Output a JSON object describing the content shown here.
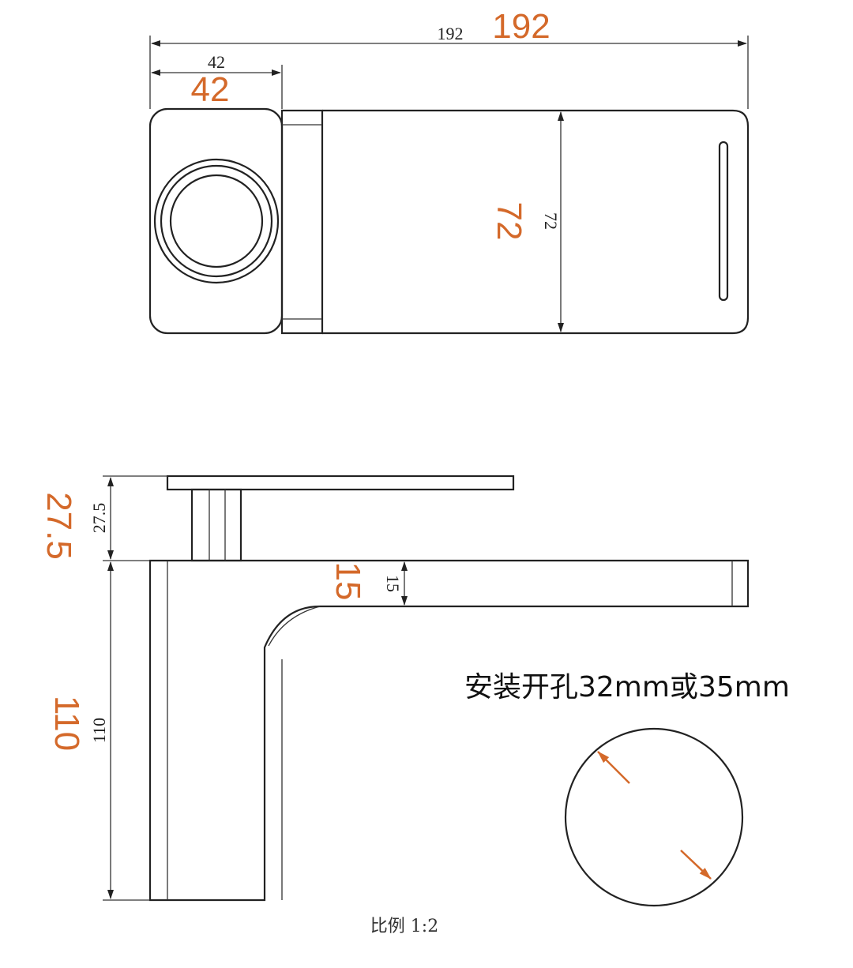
{
  "colors": {
    "line": "#222222",
    "accent": "#d4692a"
  },
  "top_view": {
    "width_small": "192",
    "width_large": "192",
    "head_small": "42",
    "head_large": "42",
    "depth_small": "72",
    "depth_large": "72"
  },
  "side_view": {
    "handle_small": "27.5",
    "handle_large": "27.5",
    "spout_small": "15",
    "spout_large": "15",
    "height_small": "110",
    "height_large": "110"
  },
  "install_note": "安装开孔32mm或35mm",
  "scale_label": "比例 1:2"
}
